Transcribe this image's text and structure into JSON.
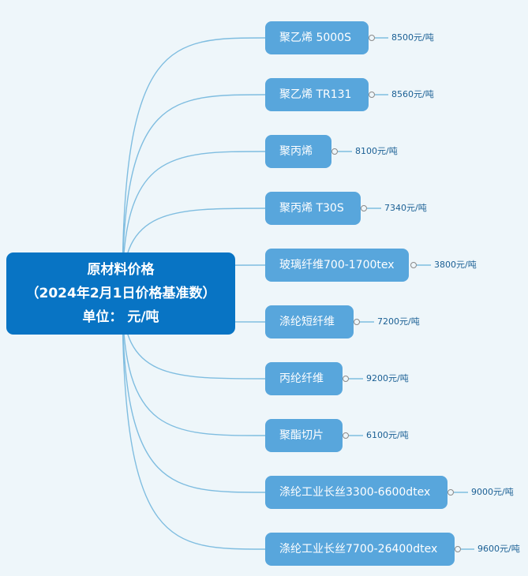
{
  "root": {
    "line1": "原材料价格",
    "line2": "（2024年2月1日价格基准数）",
    "line3": "单位：  元/吨"
  },
  "items": [
    {
      "name": "聚乙烯 5000S",
      "price": "8500元/吨"
    },
    {
      "name": "聚乙烯 TR131",
      "price": "8560元/吨"
    },
    {
      "name": "聚丙烯",
      "price": "8100元/吨"
    },
    {
      "name": "聚丙烯 T30S",
      "price": "7340元/吨"
    },
    {
      "name": "玻璃纤维700-1700tex",
      "price": "3800元/吨"
    },
    {
      "name": "涤纶短纤维",
      "price": "7200元/吨"
    },
    {
      "name": "丙纶纤维",
      "price": "9200元/吨"
    },
    {
      "name": "聚酯切片",
      "price": "6100元/吨"
    },
    {
      "name": "涤纶工业长丝3300-6600dtex",
      "price": "9000元/吨"
    },
    {
      "name": "涤纶工业长丝7700-26400dtex",
      "price": "9600元/吨"
    }
  ],
  "colors": {
    "root": "#0874c4",
    "node": "#58a6dc",
    "line": "#7fbde0",
    "price_text": "#1a5f94"
  }
}
